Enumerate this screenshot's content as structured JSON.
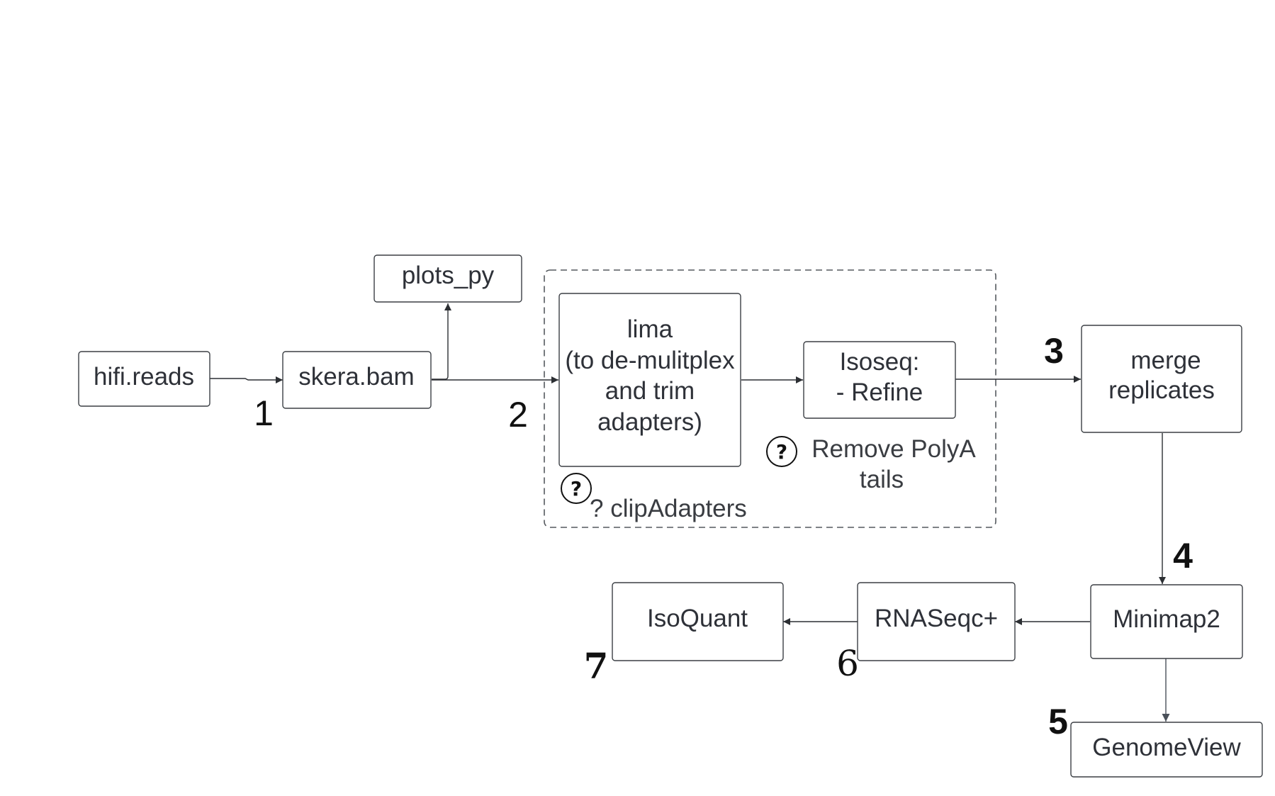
{
  "nodes": {
    "hifi_reads": "hifi.reads",
    "skera_bam": "skera.bam",
    "plots_py": "plots_py",
    "lima": [
      "lima",
      "(to de-mulitplex",
      "and trim",
      "adapters)"
    ],
    "isoseq": [
      "Isoseq:",
      "- Refine"
    ],
    "merge": [
      "merge",
      "replicates"
    ],
    "minimap2": "Minimap2",
    "genomeview": "GenomeView",
    "rnaseqc": "RNASeqc+",
    "isoquant": "IsoQuant"
  },
  "notes": {
    "clip_adapters": "? clipAdapters",
    "remove_polya": [
      "Remove PolyA",
      "tails"
    ],
    "question_mark": "?"
  },
  "steps": {
    "s1": "1",
    "s2": "2",
    "s3": "3",
    "s4": "4",
    "s5": "5",
    "s6": "6",
    "s7": "7"
  },
  "colors": {
    "box_stroke": "#3b3f44",
    "text": "#2e3138",
    "edge": "#2c2f33"
  }
}
